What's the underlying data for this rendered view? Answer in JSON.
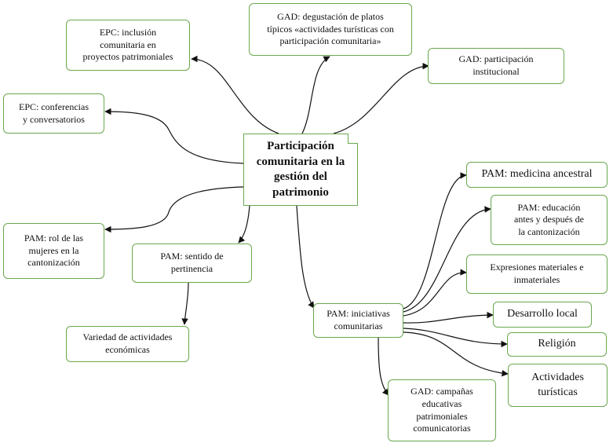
{
  "center": "Participación\ncomunitaria en la\ngestión del\npatrimonio",
  "nodes": {
    "epc_inclusion": "EPC: inclusión\ncomunitaria en\nproyectos patrimoniales",
    "gad_degustacion": "GAD: degustación de platos\ntípicos «actividades turísticas con\nparticipación comunitaria»",
    "gad_participacion": "GAD: participación\ninstitucional",
    "epc_conferencias": "EPC: conferencias\ny conversatorios",
    "pam_rol_mujeres": "PAM: rol de las\nmujeres en la\ncantonización",
    "pam_sentido": "PAM: sentido de\npertinencia",
    "variedad_actividades": "Variedad de actividades\neconómicas",
    "pam_iniciativas": "PAM: iniciativas\ncomunitarias",
    "pam_medicina": "PAM: medicina ancestral",
    "pam_educacion": "PAM: educación\nantes y después de\nla cantonización",
    "expresiones": "Expresiones materiales e\ninmateriales",
    "desarrollo_local": "Desarrollo local",
    "religion": "Religión",
    "actividades_turisticas": "Actividades\nturísticas",
    "gad_campanas": "GAD: campañas\neducativas\npatrimoniales\ncomunicatorias"
  },
  "colors": {
    "node_border": "#6aa84f",
    "edge": "#111111"
  }
}
